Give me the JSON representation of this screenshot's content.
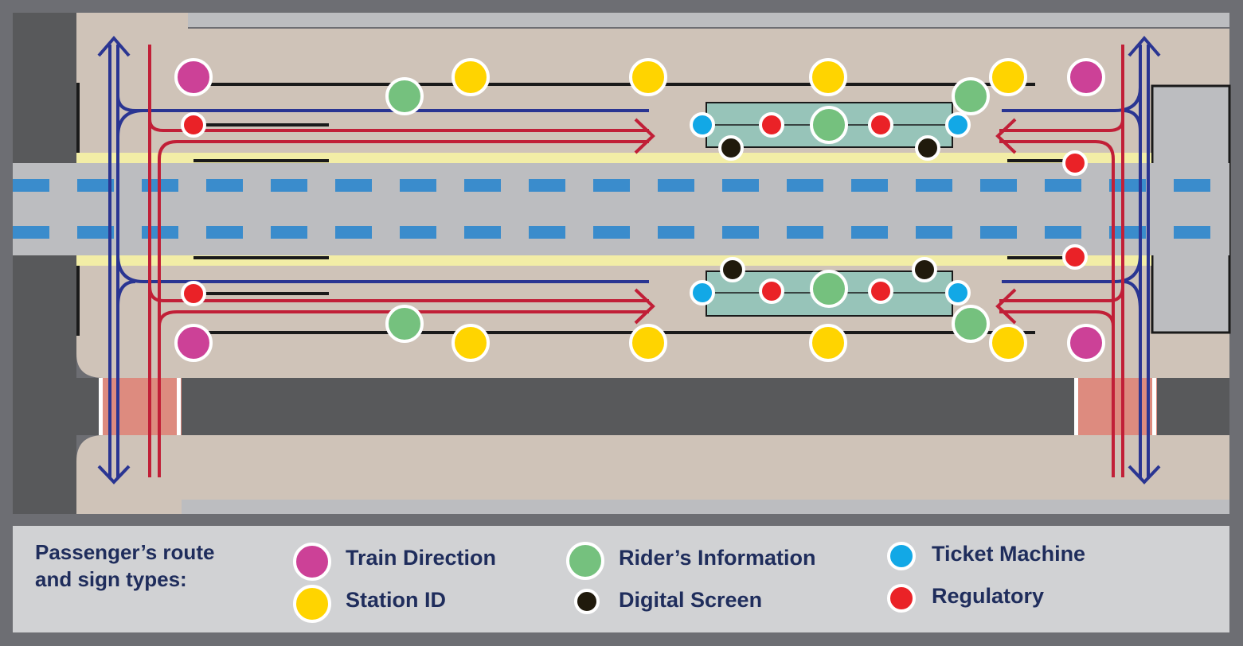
{
  "legend": {
    "title_line1": "Passenger’s route",
    "title_line2": "and sign types:",
    "items": [
      {
        "key": "train_direction",
        "label": "Train Direction",
        "color": "#cc4197"
      },
      {
        "key": "station_id",
        "label": "Station ID",
        "color": "#ffd400"
      },
      {
        "key": "riders_information",
        "label": "Rider’s Information",
        "color": "#75c17e"
      },
      {
        "key": "digital_screen",
        "label": "Digital Screen",
        "color": "#201a0c"
      },
      {
        "key": "ticket_machine",
        "label": "Ticket Machine",
        "color": "#12a8e6"
      },
      {
        "key": "regulatory",
        "label": "Regulatory",
        "color": "#ea2227"
      }
    ]
  },
  "colors": {
    "route_blue": "#2a3592",
    "route_red": "#c11f37",
    "platform": "#cfc3b8",
    "track": "#bcbdc0",
    "track_dash": "#3a8ccc",
    "safety_strip": "#f2eda6",
    "shelter": "#97c4b9",
    "road": "#58595b",
    "crosswalk": "#dd8b7f",
    "frame": "#6d6e73"
  }
}
